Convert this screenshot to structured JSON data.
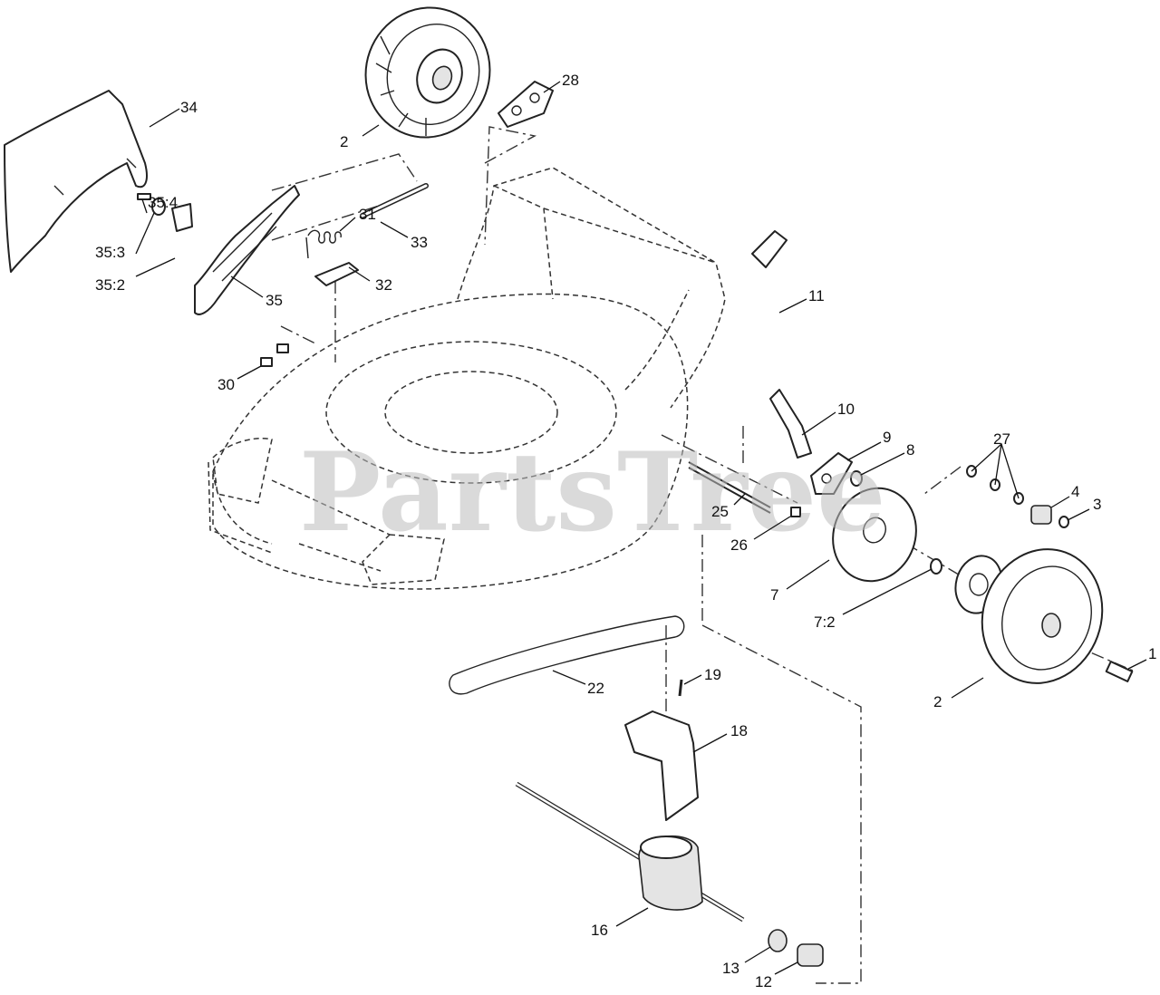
{
  "watermark": "PartsTree",
  "callouts": {
    "c1": "1",
    "c2a": "2",
    "c2b": "2",
    "c3": "3",
    "c4": "4",
    "c7": "7",
    "c7_2": "7:2",
    "c8": "8",
    "c9": "9",
    "c10": "10",
    "c11": "11",
    "c12": "12",
    "c13": "13",
    "c16": "16",
    "c18": "18",
    "c19": "19",
    "c22": "22",
    "c25": "25",
    "c26": "26",
    "c27": "27",
    "c28": "28",
    "c30": "30",
    "c31": "31",
    "c32": "32",
    "c33": "33",
    "c34": "34",
    "c35": "35",
    "c35_2": "35:2",
    "c35_3": "35:3",
    "c35_4": "35:4"
  },
  "colors": {
    "outline": "#222222",
    "watermark": "#bdbdbd",
    "shade": "#e4e4e4"
  }
}
